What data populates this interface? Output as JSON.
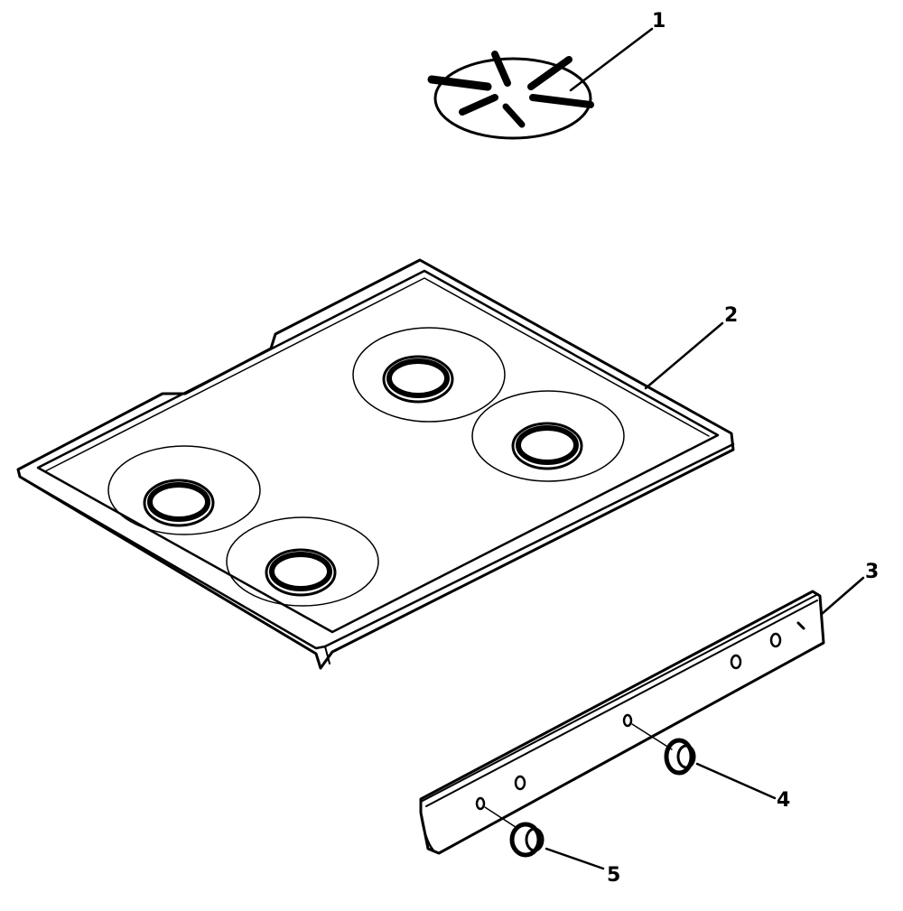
{
  "callouts": {
    "grate": "1",
    "cooktop": "2",
    "manifold_panel": "3",
    "knob_right": "4",
    "knob_left": "5"
  },
  "colors": {
    "line": "#000000",
    "background": "#ffffff"
  }
}
